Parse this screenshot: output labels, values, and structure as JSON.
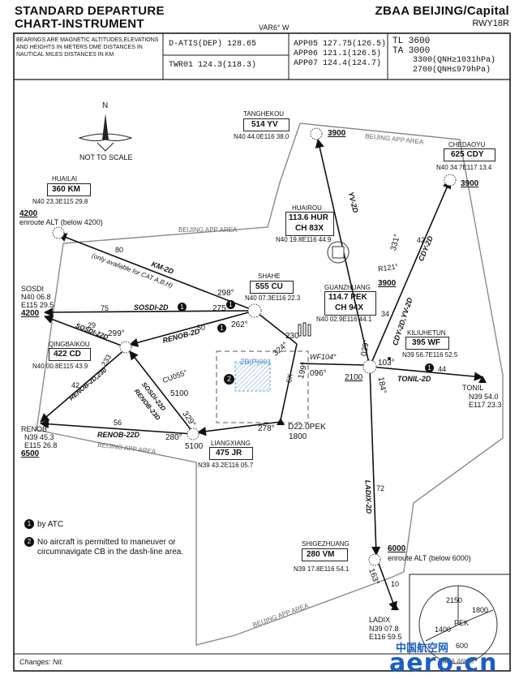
{
  "header": {
    "title_line1": "STANDARD DEPARTURE",
    "title_line2": "CHART-INSTRUMENT",
    "variation": "VAR6° W",
    "airport": "ZBAA BEIJING/Capital",
    "runway": "RWY18R",
    "note": "BEARINGS ARE MAGNETIC ALTITUDES,ELEVATIONS AND HEIGHTS IN METERS DME DISTANCES IN NAUTICAL MILES DISTANCES IN KM",
    "datis": "D-ATIS(DEP) 128.65",
    "twr": "TWR01 124.3(118.3)",
    "app": [
      "APP05 127.75(126.5)",
      "APP06 121.1(126.5)",
      "APP07 124.4(124.7)"
    ],
    "tl": "TL  3600",
    "ta": "TA  3000",
    "ta1": "3300(QNH≥1031hPa)",
    "ta2": "2700(QNH≤979hPa)"
  },
  "compass": {
    "north": "N",
    "scale": "NOT TO SCALE"
  },
  "area_label": "BEIJING APP AREA",
  "navaids": [
    {
      "name": "TANGHEKOU",
      "ident": "514 YV",
      "coords": "N40 44.0E116 38.0"
    },
    {
      "name": "CHEDAOYU",
      "ident": "625 CDY",
      "coords": "N40 34.7E117 13.4"
    },
    {
      "name": "HUAILAI",
      "ident": "360 KM",
      "coords": "N40 23.3E115 29.8"
    },
    {
      "name": "HUAIROU",
      "ident": "113.6 HUR",
      "ch": "CH 83X",
      "coords": "N40 19.8E116 44.9"
    },
    {
      "name": "SHAHE",
      "ident": "555 CU",
      "coords": "N40 07.3E116 22.3"
    },
    {
      "name": "GUANZHUANG",
      "ident": "114.7 PEK",
      "ch": "CH 94X",
      "coords": "N40 02.9E116 44.1"
    },
    {
      "name": "KILIUHETUN",
      "ident": "395 WF",
      "coords": "N39 56.7E116 52.5"
    },
    {
      "name": "QINGBAIKOU",
      "ident": "422 CD",
      "coords": "N40 00.8E115 43.9"
    },
    {
      "name": "LIANGXIANG",
      "ident": "475 JR",
      "coords": "N39 43.2E116 05.7"
    },
    {
      "name": "SHIGEZHUANG",
      "ident": "280 VM",
      "coords": "N39 17.8E116 54.1"
    }
  ],
  "fixes": {
    "sosdi_name": "SOSDI",
    "sosdi_lat": "N40 06.8",
    "sosdi_lon": "E115 29.5",
    "sosdi_alt": "4200",
    "renob_name": "RENOB",
    "renob_lat": "N39 45.3",
    "renob_lon": "E115 26.8",
    "renob_alt": "6500",
    "tonil_name": "TONIL",
    "tonil_lat": "N39 54.0",
    "tonil_lon": "E117 23.3",
    "ladix_name": "LADIX",
    "ladix_lat": "N39 07.8",
    "ladix_lon": "E116 59.5",
    "d22_name": "D22.0PEK",
    "d22_alt": "1800",
    "huailai_alt": "4200",
    "huailai_alt_note": "enroute ALT (below 4200)",
    "tanghekou_alt": "3900",
    "chedaoyu_alt": "3900",
    "r121": "R121°",
    "r121_alt": "3900",
    "shigezhuang_alt": "6000",
    "shigezhuang_alt_note": "enroute ALT (below 6000)",
    "wf104": "WF104°",
    "alt_2100": "2100",
    "cu055": "CU055°",
    "alt_5100a": "5100",
    "alt_5100b": "5100"
  },
  "routes": {
    "km2d": "KM-2D",
    "km2d_note": "(only available for CAT A,B,H)",
    "sosdi2d": "SOSDI-2D",
    "renob2d": "RENOB-2D",
    "sosdi22d": "SOSDI-22D",
    "renob2d230": "RENOB-2D,230",
    "sosdi2d22": "SOSDI-22D",
    "renob2d23": "RENOB-23D",
    "renob22d": "RENOB-22D",
    "yv2d": "YV-2D",
    "cdy2d": "CDY-2D",
    "cdy2dyv2d": "CDY-2D,YV-2D",
    "tonil2d": "TONIL-2D",
    "ladix2d": "LADIX-2D"
  },
  "bearings": {
    "b298": "298°",
    "b275": "275°",
    "b262": "262°",
    "b299": "299°",
    "b324": "324°",
    "b199": "199°",
    "b096": "096°",
    "b029": "029°",
    "b103": "103°",
    "b184": "184°",
    "b278": "278°",
    "b280": "280°",
    "b329": "329°",
    "b163": "163°",
    "b331": "331°",
    "b6x": "6X",
    "b230": "230",
    "b233": "233"
  },
  "distances": {
    "d80": "80",
    "d75": "75",
    "d50": "50",
    "d29": "29",
    "d42a": "42",
    "d56": "56",
    "d44": "44",
    "d72": "72",
    "d42b": "42",
    "d34": "34",
    "d10": "10"
  },
  "restricted": {
    "ident": "ZB(P)001"
  },
  "notes": {
    "n1_sym": "1",
    "n1": "by ATC",
    "n2_sym": "2",
    "n2a": "No aircraft is permitted to maneuver or",
    "n2b": "circumnavigate CB in the dash-line area."
  },
  "msa": {
    "a": "2150",
    "b": "1800",
    "c": "1400",
    "d": "600",
    "center": "PEK",
    "label": "MSA 46KM"
  },
  "footer": {
    "changes": "Changes: Nil."
  },
  "watermark": {
    "cn": "中国航空网",
    "latin": "aero.cn"
  },
  "colors": {
    "ink": "#1a1a1a",
    "area_line": "#8a8a8a",
    "restricted": "#6fa6d6",
    "watermark_blue": "#1b5fbf",
    "watermark_red": "#e02020"
  }
}
